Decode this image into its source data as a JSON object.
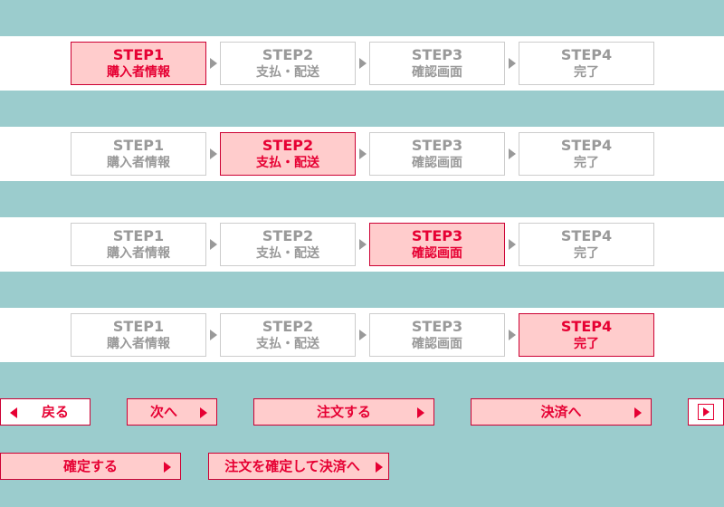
{
  "steps": [
    {
      "no": "STEP1",
      "label": "購入者情報"
    },
    {
      "no": "STEP2",
      "label": "支払・配送"
    },
    {
      "no": "STEP3",
      "label": "確認画面"
    },
    {
      "no": "STEP4",
      "label": "完了"
    }
  ],
  "buttons": {
    "back": "戻る",
    "next": "次へ",
    "order": "注文する",
    "pay": "決済へ",
    "confirm": "確定する",
    "confirm_order_pay": "注文を確定して決済へ"
  },
  "colors": {
    "background": "#9bcccd",
    "active_fill": "#ffcccc",
    "active_text": "#e60033",
    "inactive_text": "#999999",
    "inactive_border": "#cccccc"
  }
}
